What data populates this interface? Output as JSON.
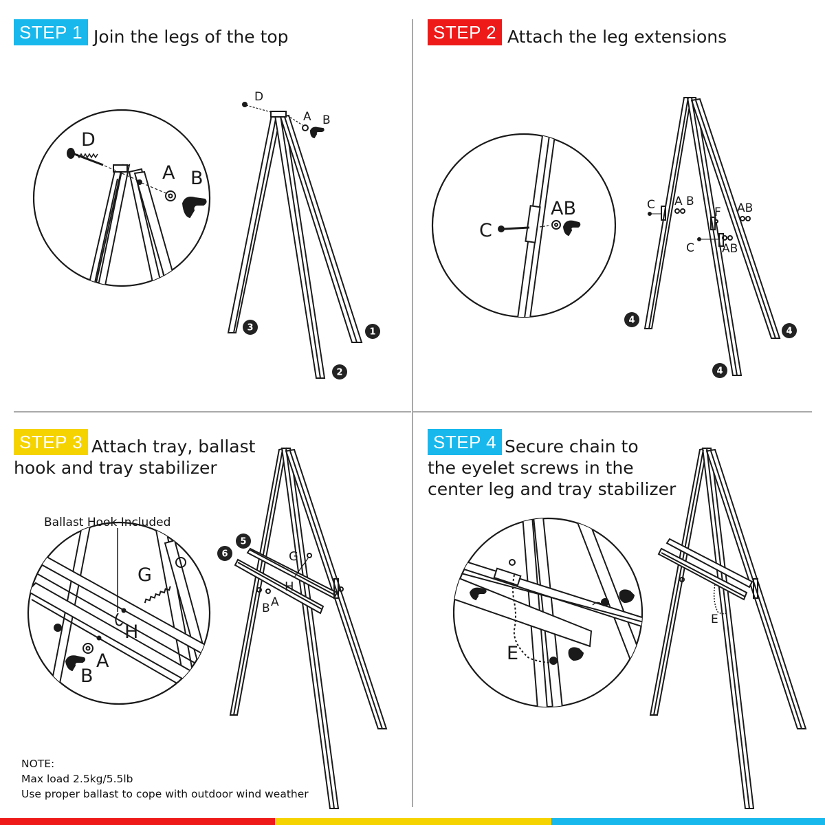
{
  "steps": [
    {
      "badge": "STEP 1",
      "badge_color": "#18b8ec",
      "title": "Join the legs of the top"
    },
    {
      "badge": "STEP 2",
      "badge_color": "#ee1a1a",
      "title": "Attach the leg extensions"
    },
    {
      "badge": "STEP 3",
      "badge_color": "#f5d300",
      "title": "Attach tray, ballast\nhook and tray stabilizer"
    },
    {
      "badge": "STEP 4",
      "badge_color": "#18b8ec",
      "title": "Secure chain to\nthe eyelet screws in the\ncenter leg and tray stabilizer"
    }
  ],
  "step1": {
    "zoom_labels": {
      "d": "D",
      "a": "A",
      "b": "B"
    },
    "easel_labels": {
      "d": "D",
      "a": "A",
      "b": "B"
    },
    "leg_numbers": {
      "left": "3",
      "center": "2",
      "right": "1"
    }
  },
  "step2": {
    "zoom_labels": {
      "c": "C",
      "ab": "AB"
    },
    "easel_labels": {
      "c1": "C",
      "ab1": "A B",
      "f": "F",
      "ab2": "AB",
      "c2": "C",
      "ab3": "AB"
    },
    "leg_numbers": {
      "left": "4",
      "center": "4",
      "right": "4"
    }
  },
  "step3": {
    "callout": "Ballast Hook Included",
    "zoom_labels": {
      "g": "G",
      "h": "H",
      "a": "A",
      "b": "B"
    },
    "easel_labels": {
      "g": "G",
      "h": "H",
      "b": "B",
      "a": "A"
    },
    "part_numbers": {
      "tray_back": "5",
      "tray_front": "6"
    }
  },
  "step4": {
    "zoom_labels": {
      "e": "E"
    },
    "easel_labels": {
      "e": "E"
    }
  },
  "note": {
    "heading": "NOTE:",
    "line1": "Max load 2.5kg/5.5lb",
    "line2": "Use proper ballast to cope with outdoor wind weather"
  },
  "bottom_bar_colors": [
    "#ee1a1a",
    "#f5d300",
    "#18b8ec"
  ]
}
